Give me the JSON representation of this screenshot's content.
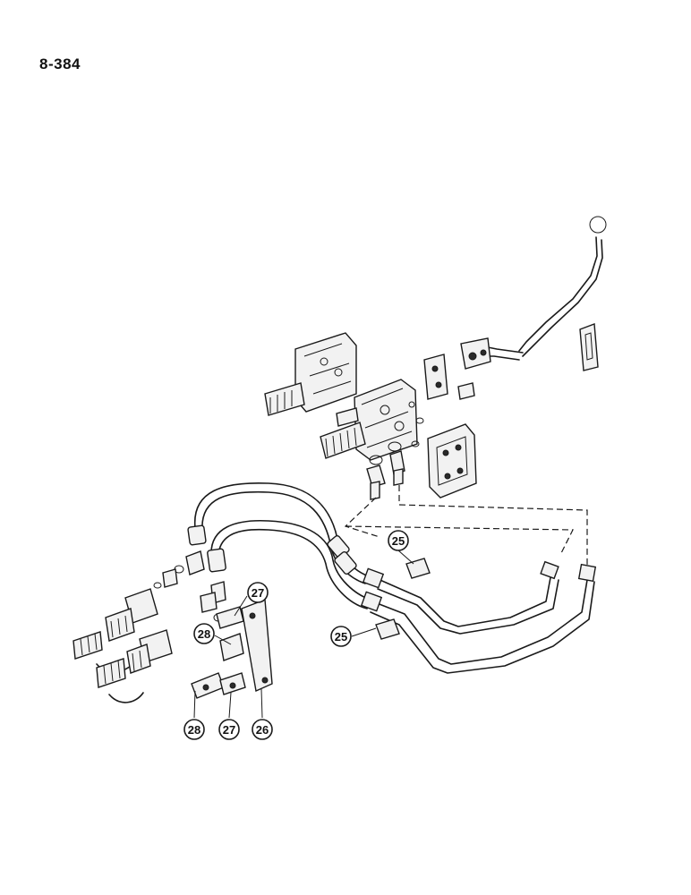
{
  "page": {
    "number": "8-384"
  },
  "callouts": [
    {
      "id": "callout-25-upper",
      "label": "25"
    },
    {
      "id": "callout-25-lower",
      "label": "25"
    },
    {
      "id": "callout-27-upper",
      "label": "27"
    },
    {
      "id": "callout-28-upper",
      "label": "28"
    },
    {
      "id": "callout-28-lower",
      "label": "28"
    },
    {
      "id": "callout-27-lower",
      "label": "27"
    },
    {
      "id": "callout-26",
      "label": "26"
    }
  ]
}
